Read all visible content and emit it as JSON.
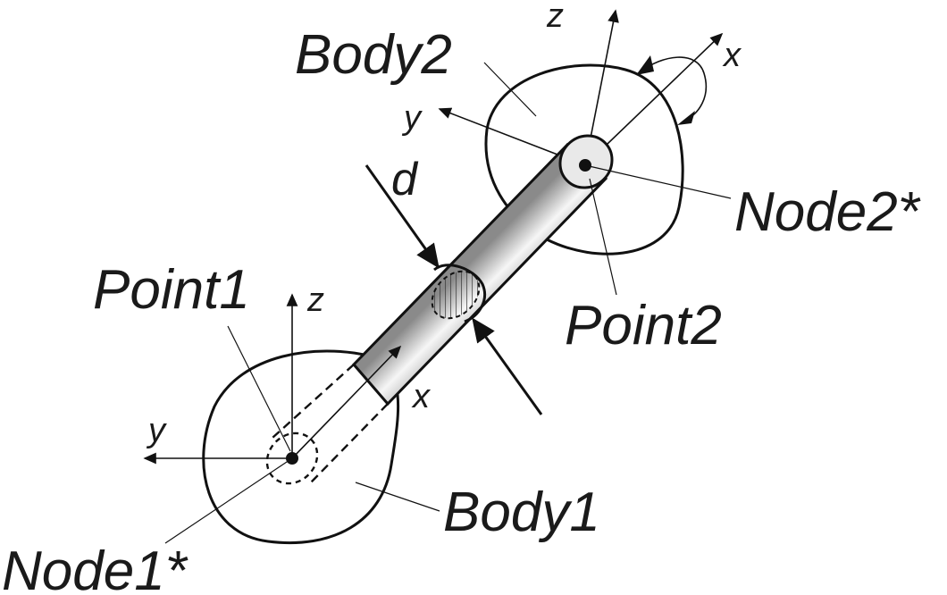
{
  "labels": {
    "body1": "Body1",
    "body2": "Body2",
    "node1": "Node1*",
    "node2": "Node2*",
    "point1": "Point1",
    "point2": "Point2",
    "diameter": "d"
  },
  "axes": {
    "node1": {
      "x": "x",
      "y": "y",
      "z": "z"
    },
    "node2": {
      "x": "x",
      "y": "y",
      "z": "z"
    }
  }
}
